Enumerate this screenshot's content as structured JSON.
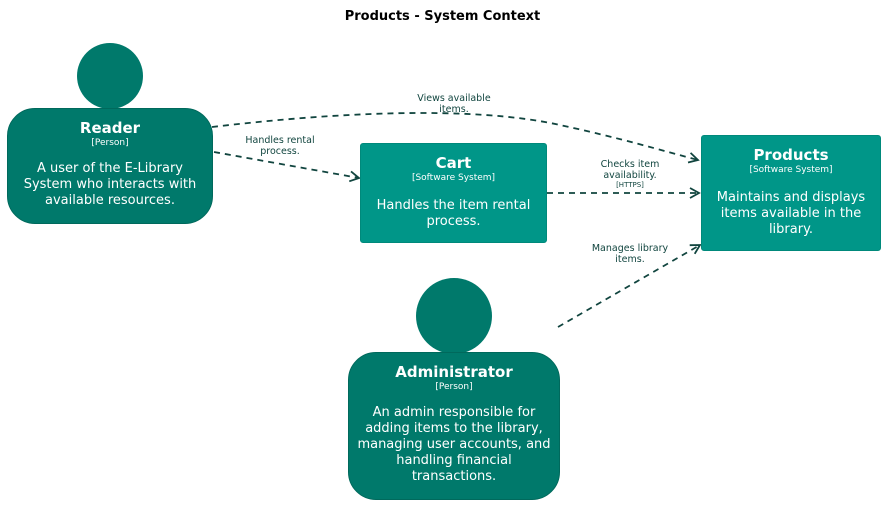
{
  "title": "Products - System Context",
  "elements": {
    "reader": {
      "name": "Reader",
      "type": "[Person]",
      "description": "A user of the E-Library System who interacts with available resources."
    },
    "cart": {
      "name": "Cart",
      "type": "[Software System]",
      "description": "Handles the item rental process."
    },
    "products": {
      "name": "Products",
      "type": "[Software System]",
      "description": "Maintains and displays items available in the library."
    },
    "administrator": {
      "name": "Administrator",
      "type": "[Person]",
      "description": "An admin responsible for adding items to the library, managing user accounts, and handling financial transactions."
    }
  },
  "relationships": [
    {
      "from": "Reader",
      "to": "Products",
      "label": "Views available items.",
      "technology": ""
    },
    {
      "from": "Reader",
      "to": "Cart",
      "label": "Handles rental process.",
      "technology": ""
    },
    {
      "from": "Cart",
      "to": "Products",
      "label": "Checks item availability.",
      "technology": "[HTTPS]"
    },
    {
      "from": "Administrator",
      "to": "Products",
      "label": "Manages library items.",
      "technology": ""
    }
  ],
  "colors": {
    "person": "#00796b",
    "system": "#009688",
    "edge": "#11453f"
  }
}
